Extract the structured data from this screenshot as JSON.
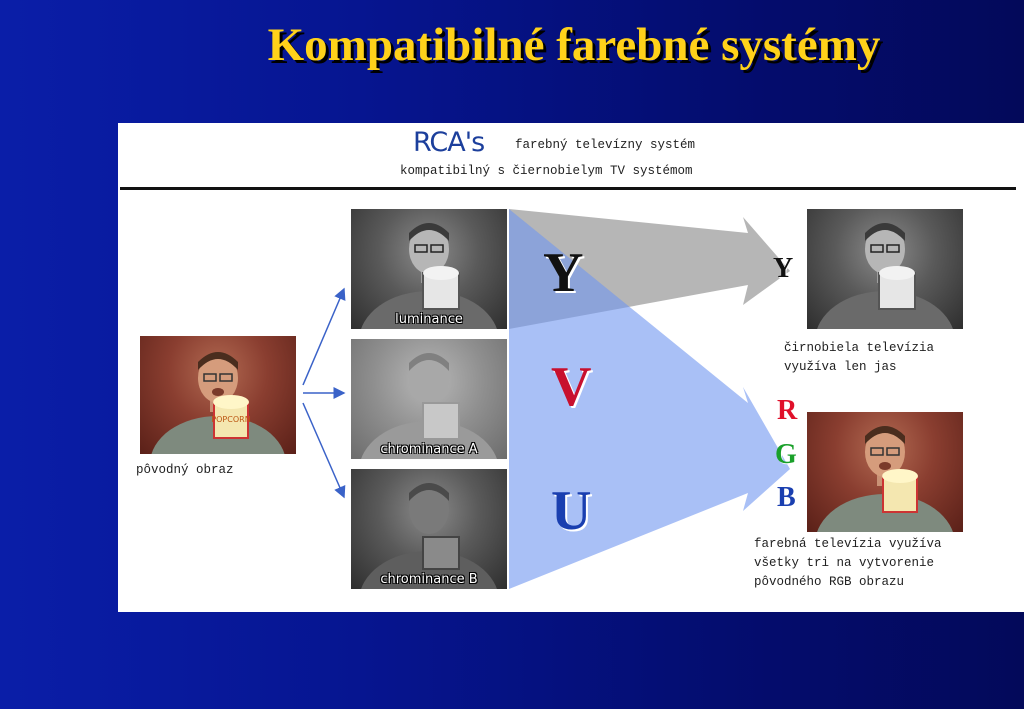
{
  "slide": {
    "title": "Kompatibilné farebné systémy"
  },
  "header": {
    "logo": "RCA's",
    "line1": "farebný televízny systém",
    "line2": "kompatibilný s čiernobielym TV systémom"
  },
  "images": {
    "original_caption": "pôvodný obraz",
    "luminance_label": "luminance",
    "chrominance_a_label": "chrominance A",
    "chrominance_b_label": "chrominance B",
    "popcorn_text": "POPCORN"
  },
  "signals": {
    "y": "Y",
    "v": "V",
    "u": "U",
    "y_small": "Y",
    "r": "R",
    "g": "G",
    "b": "B"
  },
  "outputs": {
    "bw_caption": "čirnobiela televízia\nvyužíva len jas",
    "color_caption": "farebná televízia využíva\nvšetky tri na vytvorenie\npôvodného RGB obrazu"
  },
  "colors": {
    "title": "#ffd21a",
    "v_letter": "#c8102e",
    "u_letter": "#1a3fb0",
    "r_letter": "#e0102a",
    "g_letter": "#1aa02a",
    "b_letter": "#1a3fb0"
  }
}
